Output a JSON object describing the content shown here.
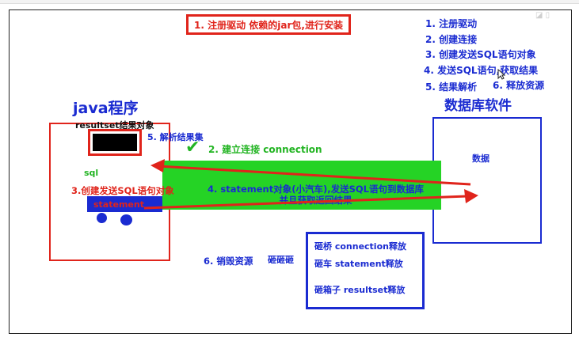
{
  "title_box": "1. 注册驱动 依赖的jar包,进行安装",
  "steps": [
    "1. 注册驱动",
    "2. 创建连接",
    "3. 创建发送SQL语句对象",
    "4. 发送SQL语句,获取结果",
    "5. 结果解析",
    "6. 释放资源"
  ],
  "java_label": "java程序",
  "db_label": "数据库软件",
  "db_data": "数据",
  "resultset_label": "resultset结果对象",
  "parse_label": "5. 解析结果集",
  "connection_label": "2. 建立连接 connection",
  "band_line1": "4. statement对象(小汽车),发送SQL语句到数据库",
  "band_line2": "并且获取返回结果",
  "sql_label": "sql",
  "create_statement_label": "3.创建发送SQL语句对象",
  "statement_label": "statement",
  "destroy_label": "6. 销毁资源",
  "smash_label": "砸砸砸",
  "release_items": [
    "砸桥 connection释放",
    "砸车 statement释放",
    "砸箱子 resultset释放"
  ],
  "icons": {
    "check": "check-icon",
    "cursor": "cursor-icon"
  },
  "colors": {
    "red": "#e0241b",
    "blue": "#1a2bd1",
    "green": "#25d325",
    "dark_green": "#22b422"
  }
}
